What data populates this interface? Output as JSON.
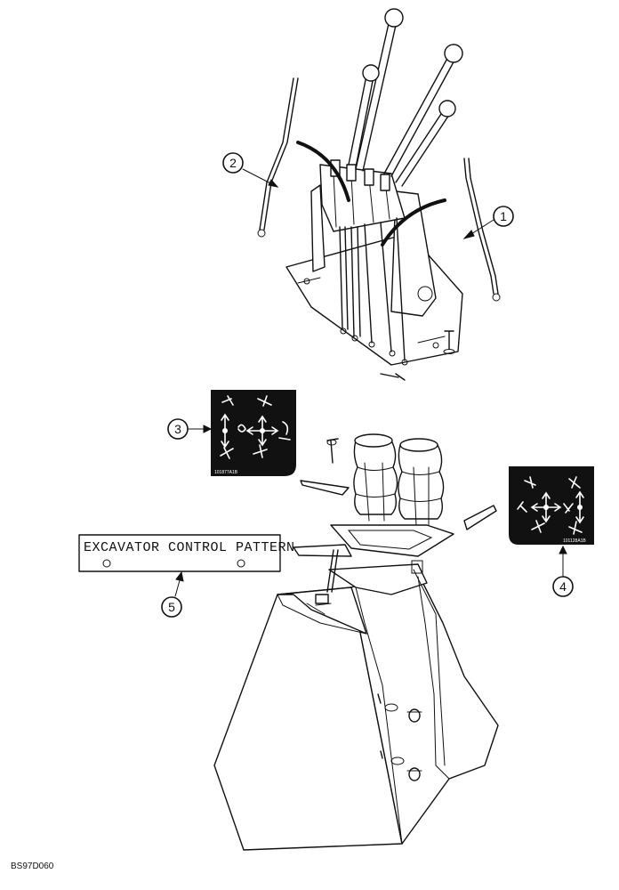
{
  "callouts": [
    {
      "number": "1"
    },
    {
      "number": "2"
    },
    {
      "number": "3"
    },
    {
      "number": "4"
    },
    {
      "number": "5"
    }
  ],
  "decals": {
    "left_code": "101877A1B",
    "right_code": "101128A1B"
  },
  "label_plate": {
    "text": "EXCAVATOR CONTROL PATTERN"
  },
  "reference_code": "BS97D060"
}
